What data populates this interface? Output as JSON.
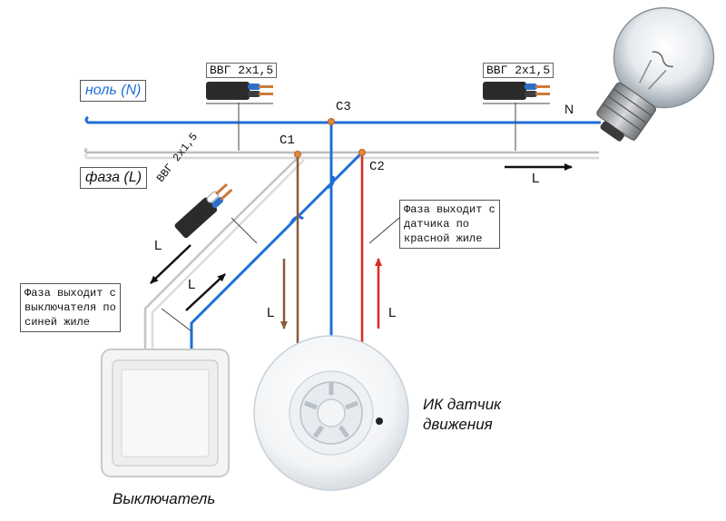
{
  "labels": {
    "neutral": "ноль (N)",
    "phase": "фаза (L)",
    "cable_left": "ВВГ 2х1,5",
    "cable_right": "ВВГ 2х1,5",
    "cable_diag": "ВВГ 2х1,5",
    "c1": "С1",
    "c2": "С2",
    "c3": "С3",
    "n": "N",
    "l_lamp": "L",
    "l_down_left": "L",
    "l_up_left": "L",
    "l_brown": "L",
    "l_red": "L",
    "switch": "Выключатель",
    "sensor_line1": "ИК датчик",
    "sensor_line2": "движения"
  },
  "notes": {
    "sensor_phase": "Фаза выходит с\nдатчика по\nкрасной жиле",
    "switch_phase": "Фаза выходит с\nвыключателя по\nсиней жиле"
  },
  "colors": {
    "neutral_wire": "#1f6fd6",
    "brown_wire": "#8b5a3c",
    "red_wire": "#d92b1e",
    "gray_wire": "#b8b8b8",
    "text": "#111111"
  },
  "icons": [
    "lamp-bulb-icon",
    "wall-switch-icon",
    "motion-sensor-icon",
    "cable-icon"
  ]
}
